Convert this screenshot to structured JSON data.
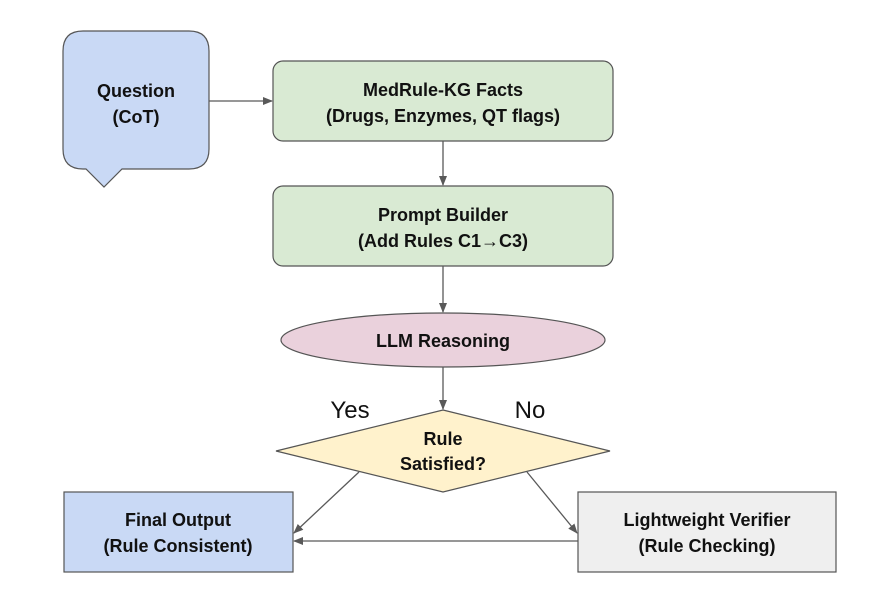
{
  "nodes": {
    "question": {
      "line1": "Question",
      "line2": "(CoT)",
      "fill": "#c9d9f5",
      "stroke": "#555555"
    },
    "facts": {
      "line1": "MedRule-KG Facts",
      "line2": "(Drugs, Enzymes, QT flags)",
      "fill": "#d9ead3",
      "stroke": "#555555"
    },
    "prompt_builder": {
      "line1": "Prompt Builder",
      "line2": "(Add Rules C1→C3)",
      "fill": "#d9ead3",
      "stroke": "#555555"
    },
    "llm_reasoning": {
      "line1": "LLM Reasoning",
      "fill": "#ead1dc",
      "stroke": "#555555"
    },
    "rule_check": {
      "line1": "Rule",
      "line2": "Satisfied?",
      "fill": "#fff2cc",
      "stroke": "#555555"
    },
    "final_output": {
      "line1": "Final Output",
      "line2": "(Rule Consistent)",
      "fill": "#c9d9f5",
      "stroke": "#555555"
    },
    "verifier": {
      "line1": "Lightweight Verifier",
      "line2": "(Rule Checking)",
      "fill": "#efefef",
      "stroke": "#555555"
    }
  },
  "branches": {
    "yes": "Yes",
    "no": "No"
  },
  "colors": {
    "edge": "#595959",
    "text": "#111111"
  }
}
